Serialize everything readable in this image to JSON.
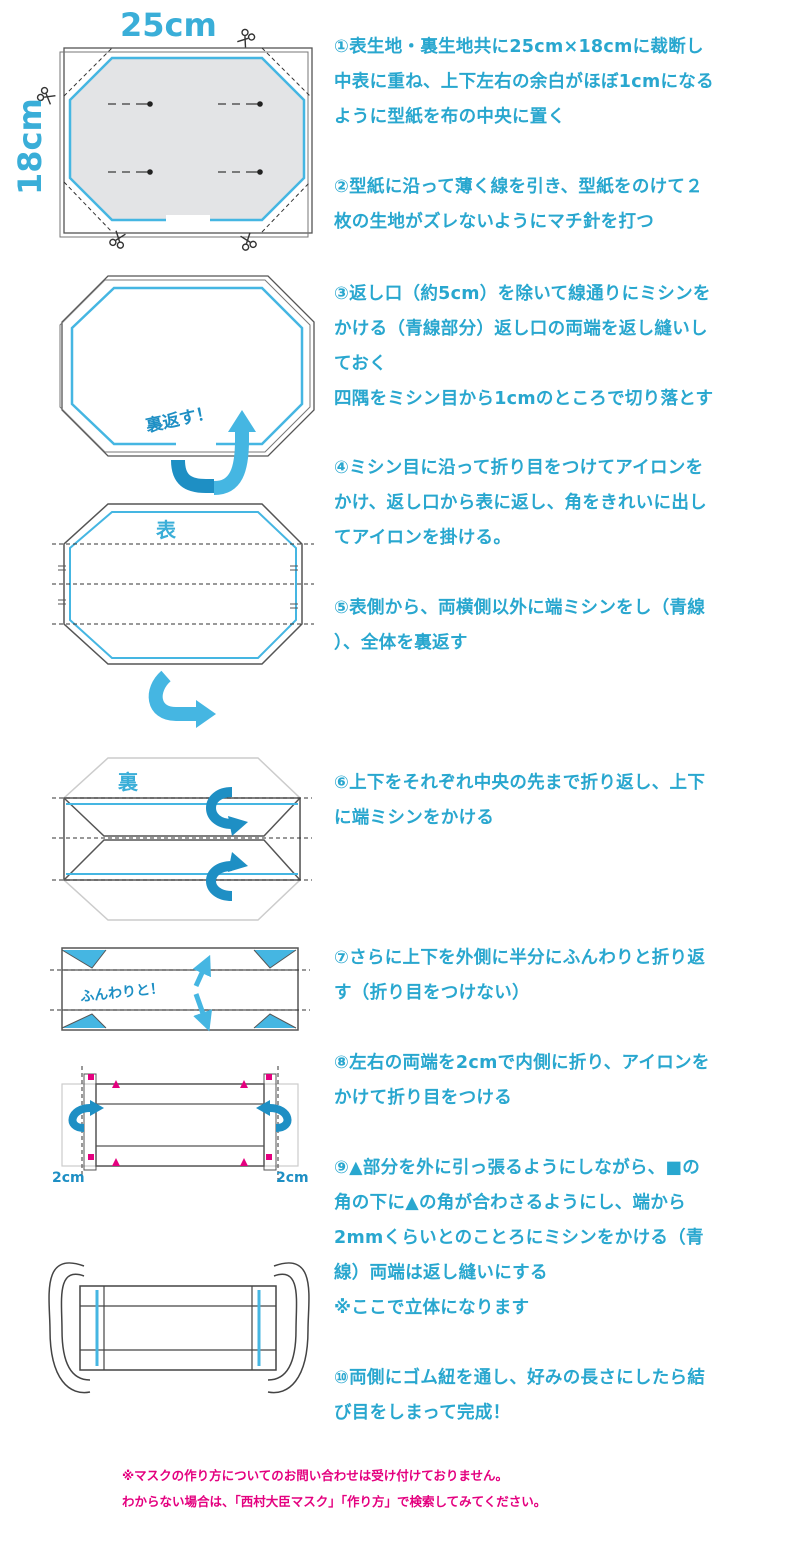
{
  "colors": {
    "text_blue": "#29a7cf",
    "accent_blue": "#45b6e2",
    "arrow_blue": "#1e8fc4",
    "pink": "#e4007f",
    "gray": "#555555",
    "fill_gray": "#e3e4e6"
  },
  "labels": {
    "width_dim": "25cm",
    "height_dim": "18cm",
    "turn_over": "裏返す！",
    "front": "表",
    "back": "裏",
    "fluffy": "ふんわりと！",
    "left_2cm": "2cm",
    "right_2cm": "2cm"
  },
  "steps": [
    {
      "lines": [
        "①表生地・裏生地共に25cm×18cmに裁断し",
        "中表に重ね、上下左右の余白がほぼ1cmになる",
        "ように型紙を布の中央に置く"
      ]
    },
    {
      "lines": [
        "②型紙に沿って薄く線を引き、型紙をのけて２",
        "枚の生地がズレないようにマチ針を打つ"
      ]
    },
    {
      "lines": [
        "③返し口（約5cm）を除いて線通りにミシンを",
        "かける（青線部分）返し口の両端を返し縫いし",
        "ておく",
        "四隅をミシン目から1cmのところで切り落とす"
      ]
    },
    {
      "lines": [
        "④ミシン目に沿って折り目をつけてアイロンを",
        "かけ、返し口から表に返し、角をきれいに出し",
        "てアイロンを掛ける。"
      ]
    },
    {
      "lines": [
        "⑤表側から、両横側以外に端ミシンをし（青線",
        "）、全体を裏返す"
      ]
    },
    {
      "lines": [
        "⑥上下をそれぞれ中央の先まで折り返し、上下",
        "に端ミシンをかける"
      ]
    },
    {
      "lines": [
        "⑦さらに上下を外側に半分にふんわりと折り返",
        "す（折り目をつけない）"
      ]
    },
    {
      "lines": [
        "⑧左右の両端を2cmで内側に折り、アイロンを",
        "かけて折り目をつける"
      ]
    },
    {
      "lines": [
        "⑨▲部分を外に引っ張るようにしながら、■の",
        "角の下に▲の角が合わさるようにし、端から",
        "2mmくらいとのことろにミシンをかける（青",
        "線）両端は返し縫いにする",
        "※ここで立体になります"
      ]
    },
    {
      "lines": [
        "⑩両側にゴム紐を通し、好みの長さにしたら結",
        "び目をしまって完成！"
      ]
    }
  ],
  "notes": [
    "※マスクの作り方についてのお問い合わせは受け付けておりません。",
    "わからない場合は、「西村大臣マスク」「作り方」で検索してみてください。"
  ]
}
